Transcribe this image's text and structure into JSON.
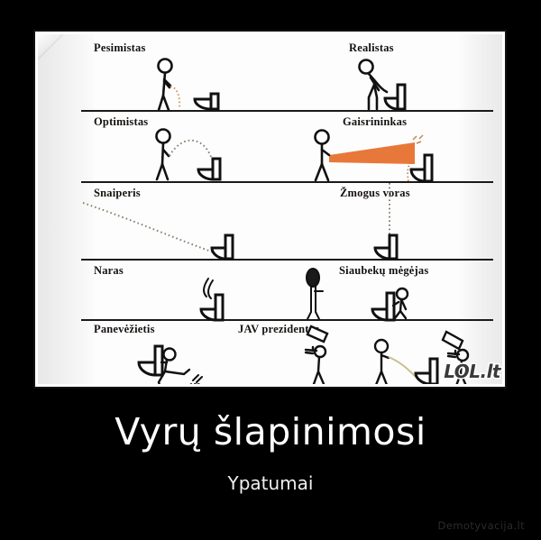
{
  "poster": {
    "title": "Vyrų šlapinimosi",
    "subtitle": "Ypatumai",
    "credit": "Demotyvacija.lt",
    "watermark_diagonal": "Demotyvacija.lt",
    "source_watermark": "LOL.lt",
    "background_color": "#000000",
    "frame_color": "#ffffff",
    "accent_color": "#e8783a"
  },
  "comic": {
    "rows": [
      {
        "row_index": 1,
        "panels": [
          {
            "label": "Pesimistas",
            "side": "left"
          },
          {
            "label": "Realistas",
            "side": "right"
          }
        ]
      },
      {
        "row_index": 2,
        "panels": [
          {
            "label": "Optimistas",
            "side": "left"
          },
          {
            "label": "Gaisrininkas",
            "side": "right"
          }
        ]
      },
      {
        "row_index": 3,
        "panels": [
          {
            "label": "Snaiperis",
            "side": "left"
          },
          {
            "label": "Žmogus voras",
            "side": "right"
          }
        ]
      },
      {
        "row_index": 4,
        "panels": [
          {
            "label": "Naras",
            "side": "left"
          },
          {
            "label": "Siaubekų mėgėjas",
            "side": "right"
          }
        ]
      },
      {
        "row_index": 5,
        "panels": [
          {
            "label": "Panevėžietis",
            "side": "left"
          },
          {
            "label": "JAV prezidentas",
            "side": "right"
          }
        ]
      }
    ]
  }
}
